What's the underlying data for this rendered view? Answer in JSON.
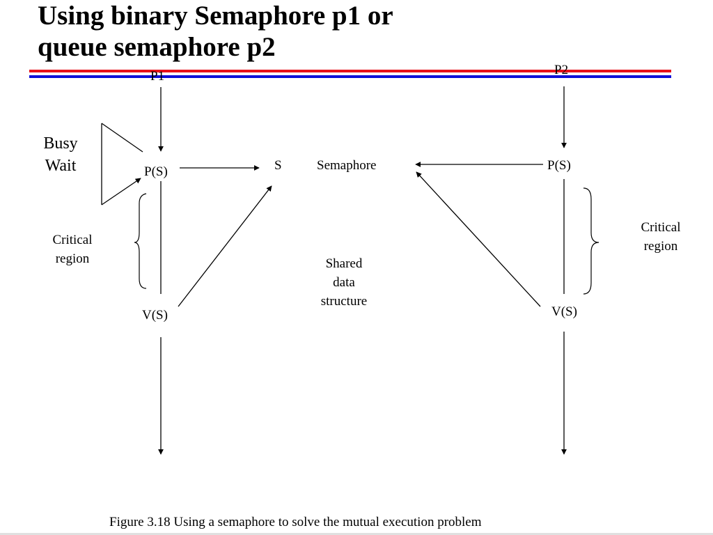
{
  "title": "Using binary Semaphore p1 or\nqueue semaphore p2",
  "colors": {
    "rule_red": "#e8101a",
    "rule_blue": "#1010d8",
    "ink": "#000000"
  },
  "diagram": {
    "p1": "P1",
    "p2": "P2",
    "busy_wait": "Busy\nWait",
    "p1_ps": "P(S)",
    "p1_vs": "V(S)",
    "s": "S",
    "semaphore": "Semaphore",
    "p2_ps": "P(S)",
    "p2_vs": "V(S)",
    "critical_left": "Critical\nregion",
    "critical_right": "Critical\nregion",
    "shared": "Shared\ndata\nstructure"
  },
  "caption": "Figure 3.18 Using a semaphore to solve the mutual execution problem"
}
